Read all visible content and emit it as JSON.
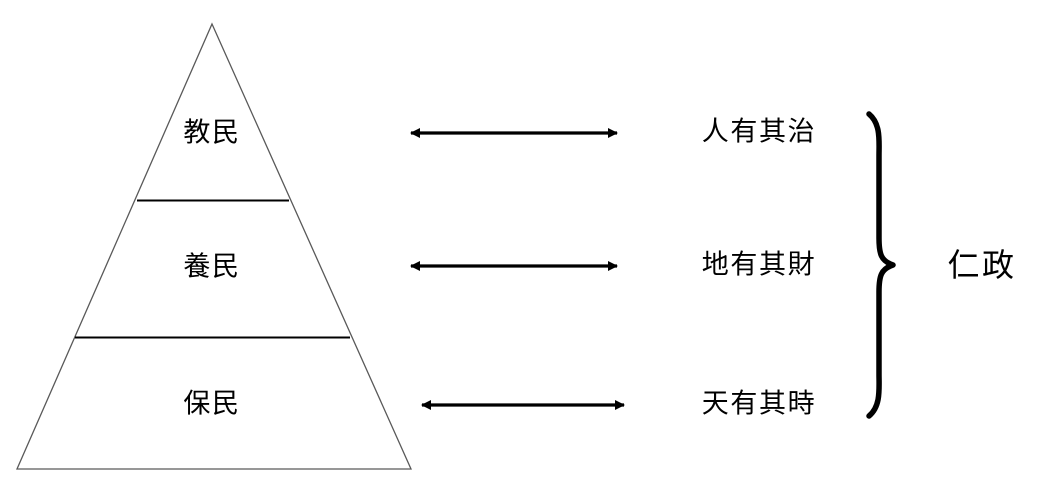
{
  "diagram": {
    "type": "pyramid-with-mapping",
    "pyramid": {
      "name": "three-tier-pyramid",
      "tiers": [
        {
          "id": "top",
          "label": "教民"
        },
        {
          "id": "middle",
          "label": "養民"
        },
        {
          "id": "bottom",
          "label": "保民"
        }
      ]
    },
    "connectors": [
      {
        "id": "connector-top",
        "style": "double-headed-arrow"
      },
      {
        "id": "connector-middle",
        "style": "double-headed-arrow"
      },
      {
        "id": "connector-bottom",
        "style": "double-headed-arrow"
      }
    ],
    "outcomes": [
      {
        "id": "outcome-top",
        "label": "人有其治"
      },
      {
        "id": "outcome-middle",
        "label": "地有其財"
      },
      {
        "id": "outcome-bottom",
        "label": "天有其時"
      }
    ],
    "brace": {
      "name": "right-curly-brace",
      "groups": [
        "人有其治",
        "地有其財",
        "天有其時"
      ]
    },
    "summary": {
      "label": "仁政"
    },
    "colors": {
      "stroke": "#595959",
      "divider": "#000000",
      "arrow": "#000000",
      "text": "#000000",
      "background": "#ffffff"
    }
  }
}
